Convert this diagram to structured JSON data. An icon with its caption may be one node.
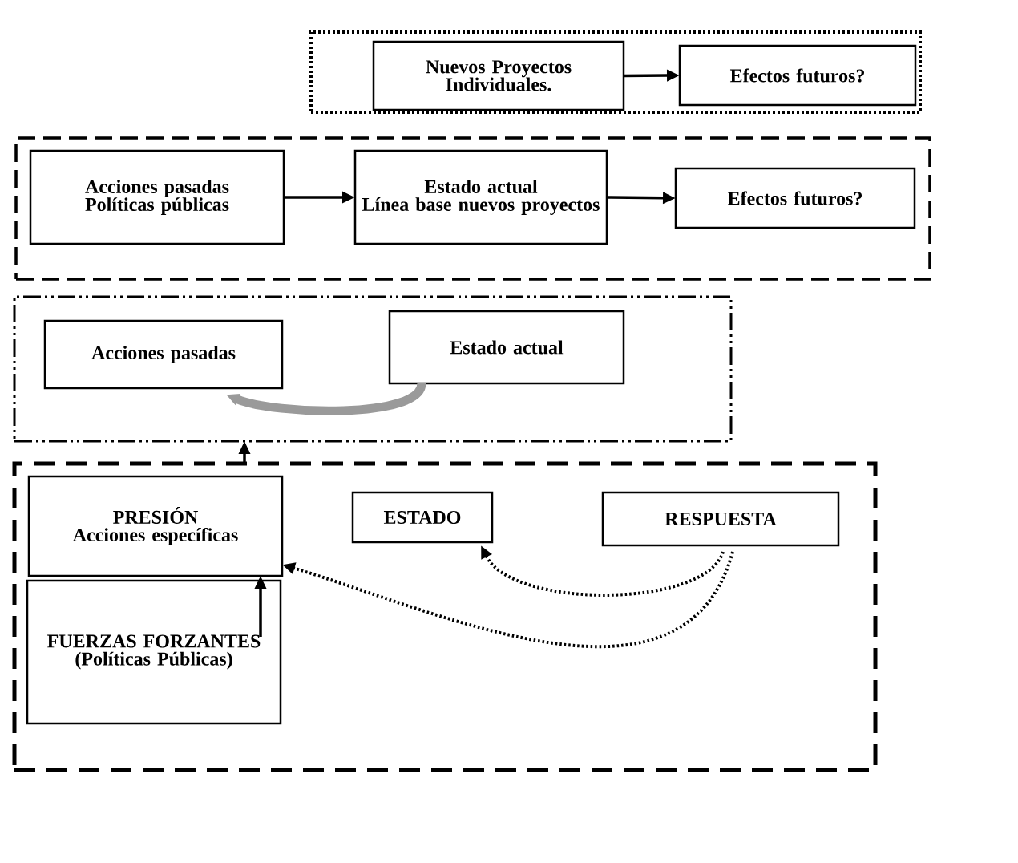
{
  "diagram": {
    "nodes": [
      {
        "text": [],
        "shape": "box"
      },
      {
        "text": [
          "Nuevos Proyectos Individuales."
        ],
        "in": 0
      },
      {
        "text": [
          "Efectos futuros?"
        ],
        "in": 0
      },
      {
        "text": [],
        "shape": "box"
      },
      {
        "text": [
          "Acciones pasadas",
          "Políticas públicas"
        ],
        "in": 3
      },
      {
        "text": [
          "Estado actual",
          "Línea base nuevos proyectos"
        ],
        "in": 3
      },
      {
        "text": [
          "Efectos futuros?"
        ],
        "in": 3
      },
      {
        "text": [],
        "shape": "box"
      },
      {
        "text": [
          "Acciones pasadas"
        ],
        "in": 7
      },
      {
        "text": [
          "Estado actual"
        ],
        "in": 7
      },
      {
        "text": [],
        "shape": "box"
      },
      {
        "text": [
          "PRESIÓN",
          "Acciones específicas"
        ],
        "in": 10
      },
      {
        "text": [
          "FUERZAS FORZANTES",
          "(Políticas Públicas)"
        ],
        "in": 10
      },
      {
        "text": [
          "ESTADO"
        ],
        "in": 10
      },
      {
        "text": [
          "RESPUESTA"
        ],
        "in": 10
      }
    ],
    "edges": [
      {
        "from": 1,
        "to": 2,
        "arrow": "to"
      },
      {
        "from": 4,
        "to": 5,
        "arrow": "to"
      },
      {
        "from": 5,
        "to": 6,
        "arrow": "to"
      },
      {
        "from": 9,
        "to": 8,
        "arrow": "to",
        "style": "thick",
        "color": "#9a9a9a"
      },
      {
        "from": 10,
        "to": 7,
        "arrow": "to"
      },
      {
        "from": 12,
        "to": 11,
        "arrow": "to"
      },
      {
        "from": 14,
        "to": 13,
        "arrow": "to",
        "style": "dashed"
      },
      {
        "from": 14,
        "to": 11,
        "arrow": "to",
        "style": "dashed"
      }
    ]
  }
}
